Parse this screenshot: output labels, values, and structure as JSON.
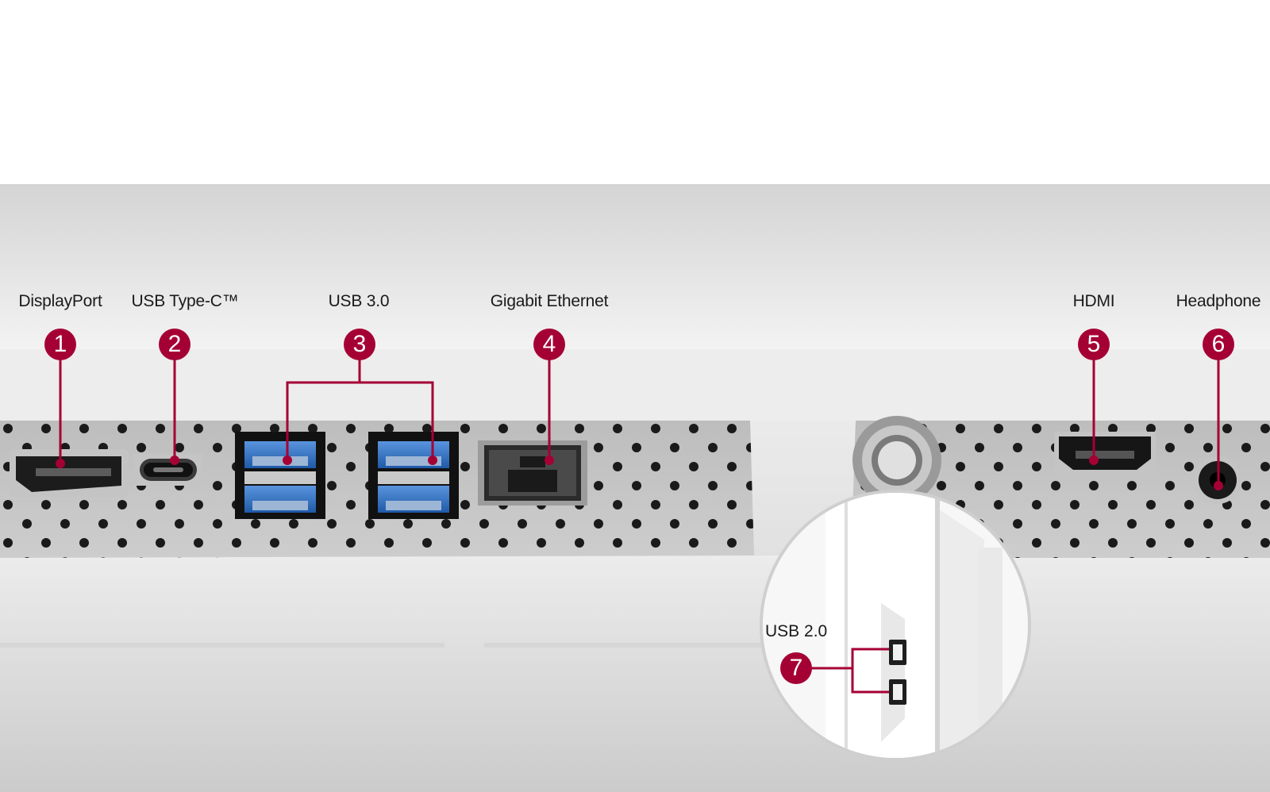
{
  "ports": [
    {
      "number": "1",
      "label": "DisplayPort"
    },
    {
      "number": "2",
      "label": "USB Type-C™"
    },
    {
      "number": "3",
      "label": "USB 3.0"
    },
    {
      "number": "4",
      "label": "Gigabit Ethernet"
    },
    {
      "number": "5",
      "label": "HDMI"
    },
    {
      "number": "6",
      "label": "Headphone"
    },
    {
      "number": "7",
      "label": "USB 2.0"
    }
  ],
  "colors": {
    "accent": "#a50034",
    "usb3_blue": "#2f6fc0",
    "panel_grey": "#c9c9c9"
  },
  "icons": [
    "displayport-icon",
    "usb-c-icon",
    "usb3-icon",
    "ethernet-icon",
    "hdmi-icon",
    "headphone-jack-icon",
    "usb2-icon",
    "dc-power-connector-icon"
  ]
}
